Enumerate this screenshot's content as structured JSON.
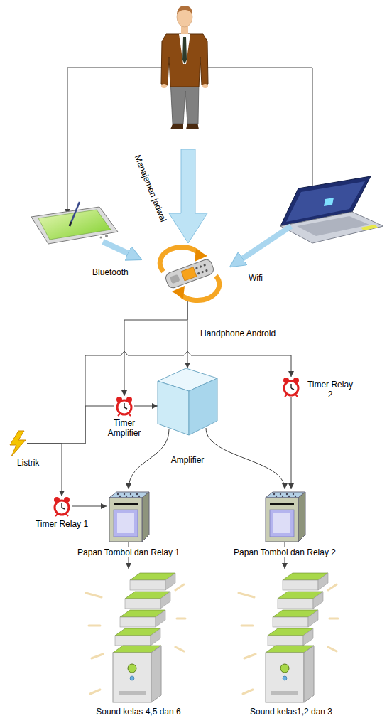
{
  "diagram": {
    "nodes": [
      {
        "text": [
          "Handphone Android"
        ]
      },
      {
        "text": [
          "Timer Amplifier"
        ]
      },
      {
        "text": [
          "Timer Relay 2"
        ]
      },
      {
        "text": [
          "Listrik"
        ]
      },
      {
        "text": [
          "Amplifier"
        ]
      },
      {
        "text": [
          "Timer Relay 1"
        ]
      },
      {
        "text": [
          "Papan Tombol dan Relay 1"
        ]
      },
      {
        "text": [
          "Papan Tombol dan Relay 2"
        ]
      },
      {
        "text": [
          "Sound kelas 4,5 dan 6"
        ]
      },
      {
        "text": [
          "Sound kelas1,2 dan 3"
        ]
      }
    ],
    "edges": [
      {
        "from": 0,
        "to": 1,
        "arrow": "to"
      },
      {
        "from": 0,
        "to": 4,
        "arrow": "to"
      },
      {
        "from": 3,
        "to": 2,
        "arrow": "to"
      },
      {
        "from": 3,
        "to": 1,
        "arrow": "none"
      },
      {
        "from": 1,
        "to": 4,
        "arrow": "to"
      },
      {
        "from": 3,
        "to": 5,
        "arrow": "to"
      },
      {
        "from": 5,
        "to": 6,
        "arrow": "to"
      },
      {
        "from": 2,
        "to": 7,
        "arrow": "to"
      },
      {
        "from": 4,
        "to": 6,
        "arrow": "to"
      },
      {
        "from": 4,
        "to": 7,
        "arrow": "to"
      },
      {
        "from": 6,
        "to": 8,
        "arrow": "to"
      },
      {
        "from": 7,
        "to": 9,
        "arrow": "to"
      }
    ],
    "labels": [
      "Manajemen jadwal",
      "Bluetooth",
      "Wifi"
    ]
  }
}
